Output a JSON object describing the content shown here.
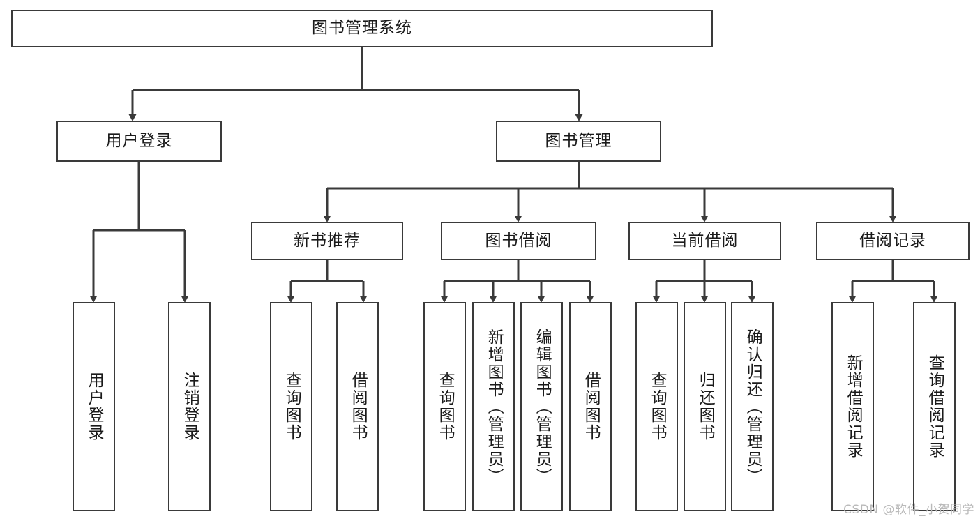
{
  "diagram": {
    "type": "tree-hierarchy-chart",
    "title_node": {
      "label": "图书管理系统"
    },
    "level2": [
      {
        "id": "user-login",
        "label": "用户登录"
      },
      {
        "id": "book-management",
        "label": "图书管理"
      }
    ],
    "level3": [
      {
        "id": "new-book-recommend",
        "label": "新书推荐",
        "parent": "book-management"
      },
      {
        "id": "book-borrow",
        "label": "图书借阅",
        "parent": "book-management"
      },
      {
        "id": "current-borrow",
        "label": "当前借阅",
        "parent": "book-management"
      },
      {
        "id": "borrow-record",
        "label": "借阅记录",
        "parent": "book-management"
      }
    ],
    "leaves": [
      {
        "id": "leaf-user-login",
        "label": "用户登录",
        "parent": "user-login"
      },
      {
        "id": "leaf-logout-login",
        "label": "注销登录",
        "parent": "user-login"
      },
      {
        "id": "leaf-query-book-1",
        "label": "查询图书",
        "parent": "new-book-recommend"
      },
      {
        "id": "leaf-borrow-book-1",
        "label": "借阅图书",
        "parent": "new-book-recommend"
      },
      {
        "id": "leaf-query-book-2",
        "label": "查询图书",
        "parent": "book-borrow"
      },
      {
        "id": "leaf-add-book-admin",
        "label": "新增图书（管理员）",
        "parent": "book-borrow"
      },
      {
        "id": "leaf-edit-book-admin",
        "label": "编辑图书（管理员）",
        "parent": "book-borrow"
      },
      {
        "id": "leaf-borrow-book-2",
        "label": "借阅图书",
        "parent": "book-borrow"
      },
      {
        "id": "leaf-query-book-3",
        "label": "查询图书",
        "parent": "current-borrow"
      },
      {
        "id": "leaf-return-book",
        "label": "归还图书",
        "parent": "current-borrow"
      },
      {
        "id": "leaf-confirm-return-admin",
        "label": "确认归还（管理员）",
        "parent": "current-borrow"
      },
      {
        "id": "leaf-add-borrow-record",
        "label": "新增借阅记录",
        "parent": "borrow-record"
      },
      {
        "id": "leaf-query-borrow-record",
        "label": "查询借阅记录",
        "parent": "borrow-record"
      }
    ],
    "colors": {
      "stroke": "#3a3a3a",
      "fill": "#ffffff",
      "text": "#1a1a1a",
      "watermark": "#b9b9b9"
    }
  },
  "watermark": {
    "text": "CSDN @软件_小贺同学"
  }
}
